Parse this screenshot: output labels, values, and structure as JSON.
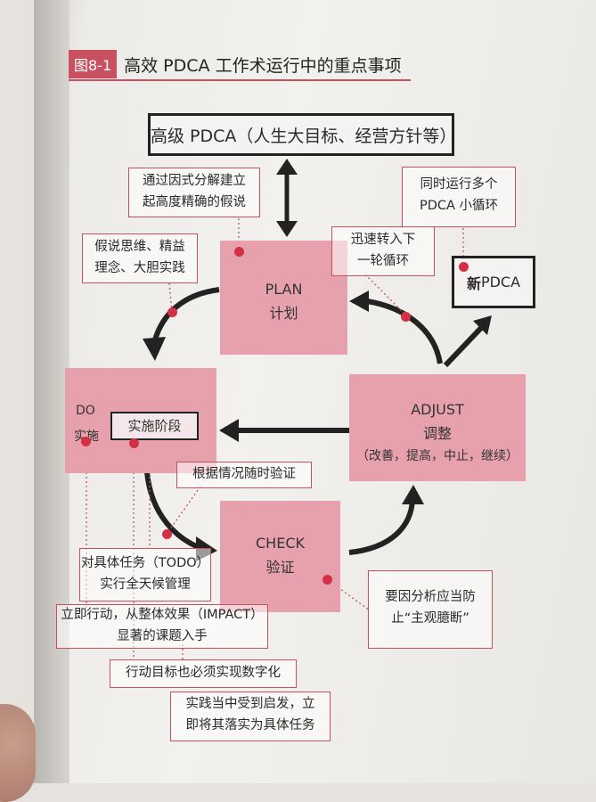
{
  "figure": {
    "number": "图8-1",
    "title": "高效 PDCA 工作术运行中的重点事项"
  },
  "top_box": "高级 PDCA（人生大目标、经营方针等）",
  "new_box": {
    "bold": "新",
    "rest": " PDCA"
  },
  "stages": {
    "plan": {
      "en": "PLAN",
      "zh": "计划"
    },
    "do": {
      "en": "DO",
      "zh": "实施",
      "sub": "实施阶段"
    },
    "check": {
      "en": "CHECK",
      "zh": "验证"
    },
    "adjust": {
      "en": "ADJUST",
      "zh": "调整",
      "detail": "（改善，提高，中止，继续）"
    }
  },
  "notes": {
    "factor": [
      "通过因式分解建立",
      "起高度精确的假说"
    ],
    "parallel": [
      "同时运行多个",
      "PDCA 小循环"
    ],
    "hypothesis": [
      "假说思维、精益",
      "理念、大胆实践"
    ],
    "next": [
      "迅速转入下",
      "一轮循环"
    ],
    "verify": "根据情况随时验证",
    "todo": [
      "对具体任务（TODO）",
      "实行全天候管理"
    ],
    "cause": [
      "要因分析应当防",
      "止“主观臆断”"
    ],
    "impact": [
      "立即行动，从整体效果（IMPACT）",
      "显著的课题入手"
    ],
    "digital": "行动目标也必须实现数字化",
    "inspire": [
      "实践当中受到启发，立",
      "即将其落实为具体任务"
    ]
  },
  "colors": {
    "accent": "#c9505f",
    "stage_fill": "#e7a1ac",
    "dot": "#d32f45",
    "arrow": "#222222"
  }
}
